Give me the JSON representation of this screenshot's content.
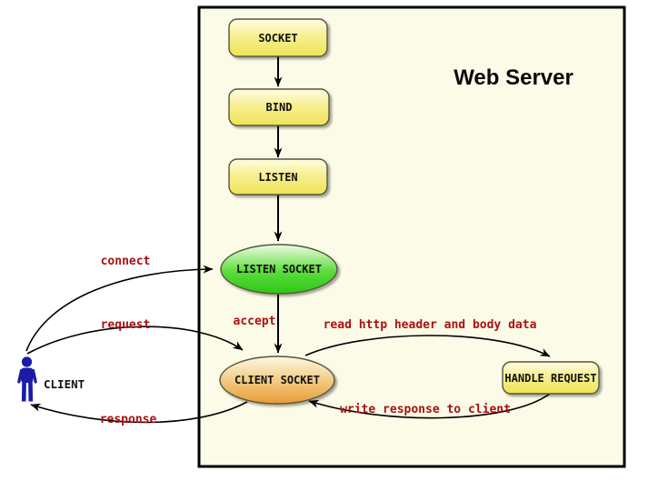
{
  "title": "Web Server",
  "nodes": {
    "socket": "SOCKET",
    "bind": "BIND",
    "listen": "LISTEN",
    "listen_socket": "LISTEN SOCKET",
    "client_socket": "CLIENT SOCKET",
    "handle_request": "HANDLE REQUEST",
    "client": "CLIENT"
  },
  "edge_labels": {
    "connect": "connect",
    "request": "request",
    "response": "response",
    "accept": "accept",
    "read": "read http header and body data",
    "write": "write response to client"
  },
  "colors": {
    "server_bg": "#fbfbe8",
    "server_border": "#000000",
    "yellow_top": "#fffce4",
    "yellow_mid": "#f7ef91",
    "yellow_bottom": "#efe356",
    "green_top": "#f1fbe3",
    "green_mid": "#5cdc3c",
    "green_bottom": "#2cc716",
    "orange_top": "#fdf7e4",
    "orange_mid": "#f3cc84",
    "orange_bottom": "#e59c35",
    "node_border": "#55553a",
    "edge_label_red": "#aa1111",
    "client_blue": "#1b1ba8",
    "arrow_black": "#000000"
  }
}
